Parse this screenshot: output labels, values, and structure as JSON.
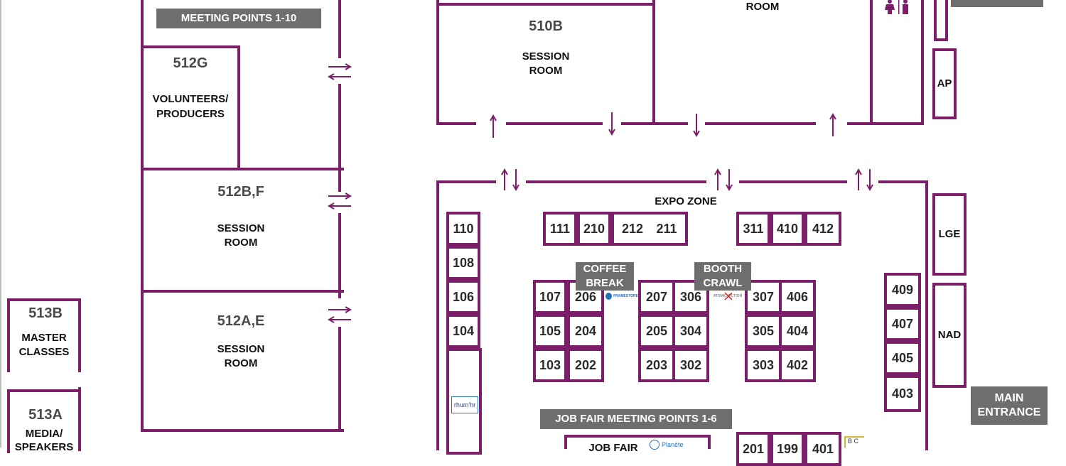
{
  "labels": {
    "meeting_points": "MEETING POINTS 1-10",
    "room_top": "ROOM",
    "expo_zone": "EXPO ZONE",
    "coffee_break": "COFFEE BREAK",
    "booth_crawl": "BOOTH CRAWL",
    "job_fair_points": "JOB FAIR MEETING POINTS 1-6",
    "main_entrance": "MAIN ENTRANCE",
    "job_fair": "JOB FAIR"
  },
  "rooms": {
    "r510b": {
      "number": "510B",
      "line1": "SESSION",
      "line2": "ROOM"
    },
    "r512g": {
      "number": "512G",
      "line1": "VOLUNTEERS/",
      "line2": "PRODUCERS"
    },
    "r512bf": {
      "number": "512B,F",
      "line1": "SESSION",
      "line2": "ROOM"
    },
    "r512ae": {
      "number": "512A,E",
      "line1": "SESSION",
      "line2": "ROOM"
    },
    "r513b": {
      "number": "513B",
      "line1": "MASTER",
      "line2": "CLASSES"
    },
    "r513a": {
      "number": "513A",
      "line1": "MEDIA/",
      "line2": "SPEAKERS"
    },
    "ap": "AP",
    "lge": "LGE",
    "nad": "NAD"
  },
  "booths": {
    "left_column": [
      "110",
      "108",
      "106",
      "104"
    ],
    "top_row_a": [
      "111",
      "210",
      "212",
      "211"
    ],
    "top_row_b": [
      "311",
      "410",
      "412"
    ],
    "block1_left": [
      "107",
      "105",
      "103"
    ],
    "block1_right": [
      "206",
      "204",
      "202"
    ],
    "block2_left": [
      "207",
      "205",
      "203"
    ],
    "block2_right": [
      "306",
      "304",
      "302"
    ],
    "block3_left": [
      "307",
      "305",
      "303"
    ],
    "block3_right": [
      "406",
      "404",
      "402"
    ],
    "right_column": [
      "409",
      "407",
      "405",
      "403"
    ],
    "bottom_partial": [
      "201",
      "199",
      "401"
    ]
  },
  "logos": {
    "framestore": "FRAMESTORE",
    "atomic": "ATOMIC FICTION",
    "rhum": "rhum'hr",
    "planete": "Planète"
  },
  "colors": {
    "wall": "#7b1f6a",
    "tag_bg": "#6e6e6e",
    "text": "#111111"
  }
}
